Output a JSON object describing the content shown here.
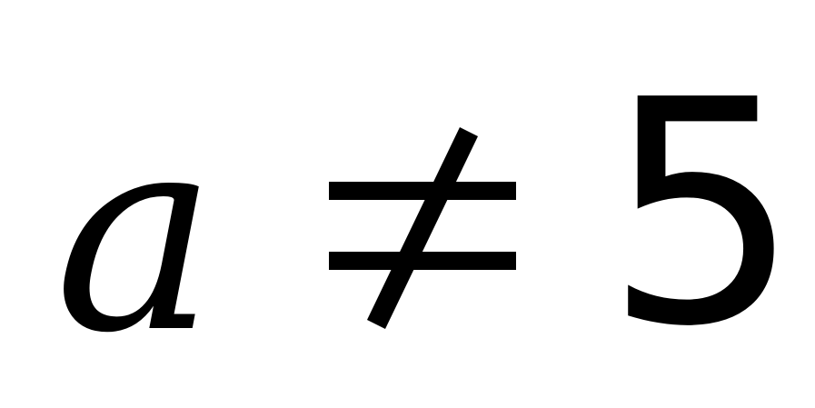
{
  "equation": {
    "variable": "a",
    "operator": "≠",
    "operator_icon": "not-equal-sign",
    "value": "5",
    "color": "#000000",
    "background": "#ffffff"
  }
}
